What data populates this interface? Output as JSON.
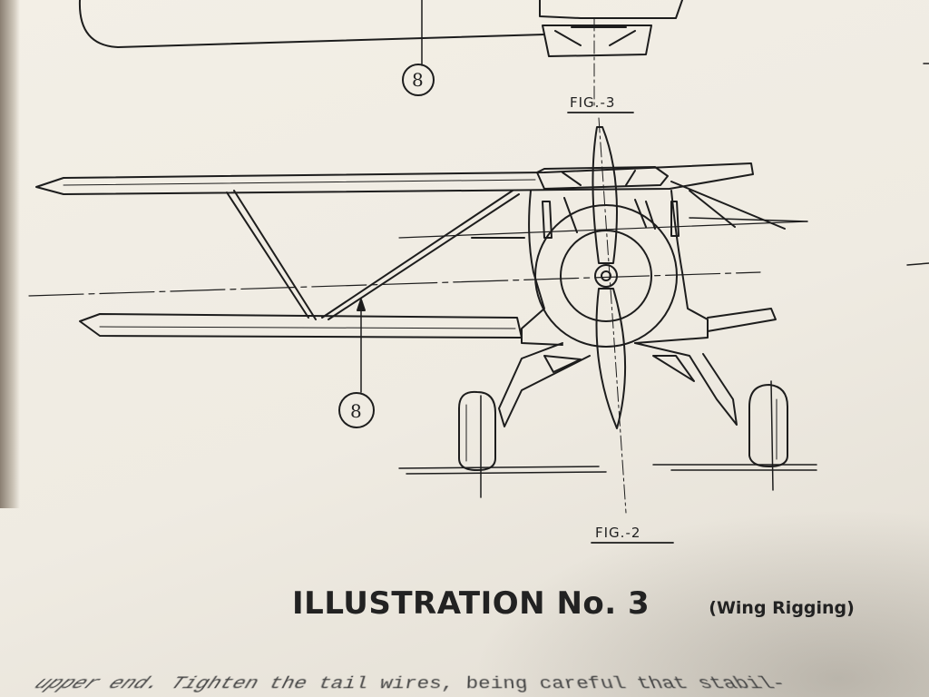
{
  "figures": {
    "fig3_label": "FIG.-3",
    "fig2_label": "FIG.-2",
    "callout_number": "8"
  },
  "caption": {
    "title": "ILLUSTRATION No. 3",
    "subtitle": "(Wing Rigging)"
  },
  "bottom_text": "upper end.  Tighten the tail wires, being careful that stabil-"
}
